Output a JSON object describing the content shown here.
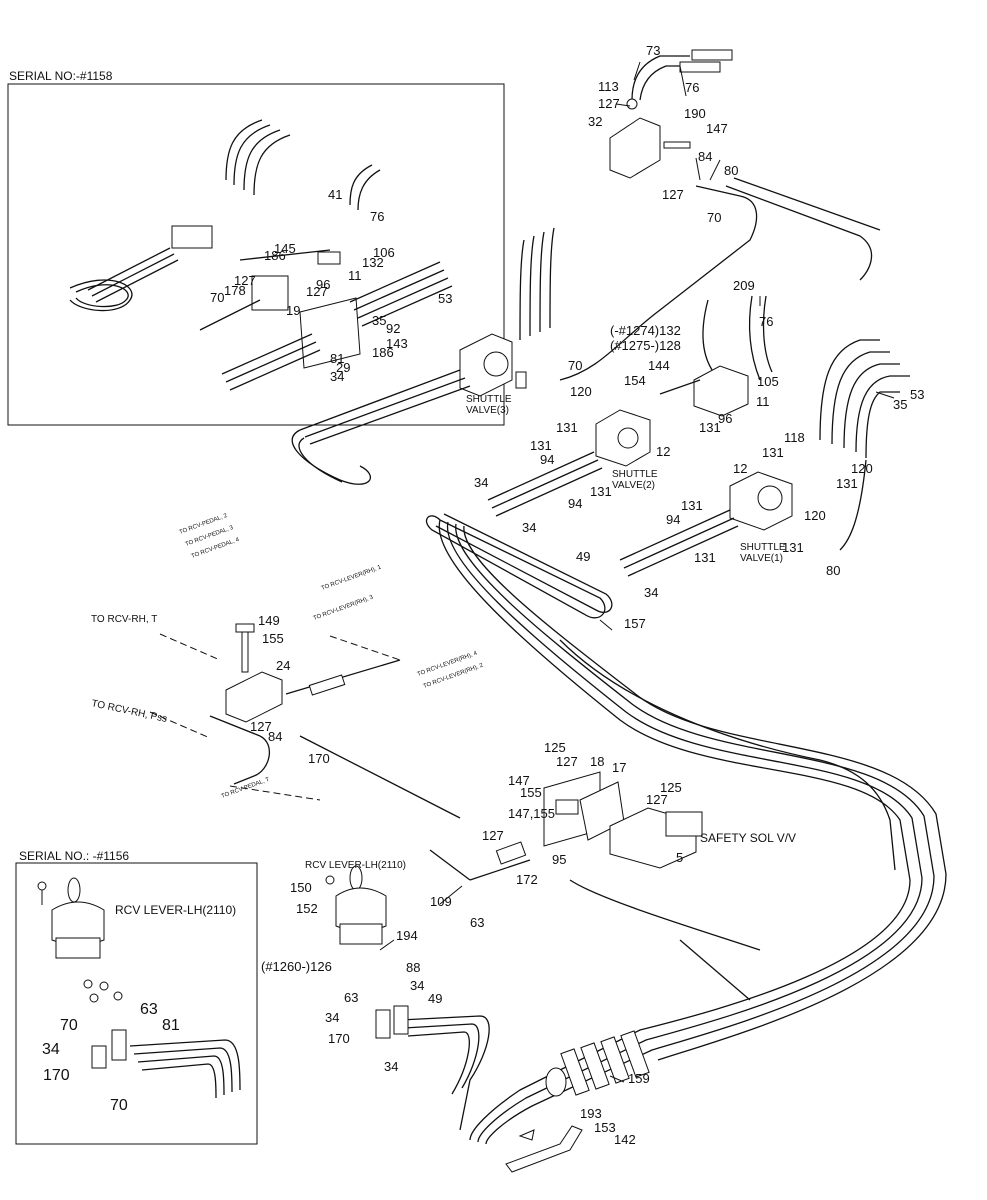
{
  "inset_top": {
    "serial": "SERIAL NO:-#1158",
    "parts": [
      "41",
      "76",
      "186",
      "145",
      "127",
      "11",
      "96",
      "132",
      "106",
      "70",
      "178",
      "19",
      "127",
      "53",
      "35",
      "92",
      "143",
      "186",
      "81",
      "29",
      "34"
    ]
  },
  "inset_bottom": {
    "serial": "SERIAL NO.: -#1156",
    "title": "RCV  LEVER-LH(2110)",
    "parts": [
      "63",
      "70",
      "81",
      "34",
      "170",
      "70"
    ]
  },
  "main": {
    "rcv_title": "RCV LEVER-LH(2110)",
    "safety_label": "SAFETY SOL V/V",
    "shuttle3": "SHUTTLE\nVALVE(3)",
    "shuttle2": "SHUTTLE\nVALVE(2)",
    "shuttle1": "SHUTTLE\nVALVE(1)",
    "serial_a": "(-#1274)132",
    "serial_b": "(#1275-)128",
    "serial_c": "(#1260-)126",
    "to_labels": [
      "TO RCV-RH, T",
      "TO RCV-RH, Pss",
      "TO RCV-PEDAL, T",
      "TO RCV-PEDAL, 2",
      "TO RCV-PEDAL, 3",
      "TO RCV-PEDAL, 4",
      "TO RCV-LEVER(RH), 1",
      "TO RCV-LEVER(RH), 3",
      "TO RCV-LEVER(RH), 4",
      "TO RCV-LEVER(RH), 2"
    ],
    "parts": [
      "73",
      "76",
      "113",
      "127",
      "32",
      "190",
      "147",
      "84",
      "80",
      "127",
      "70",
      "209",
      "76",
      "105",
      "53",
      "35",
      "144",
      "154",
      "11",
      "96",
      "131",
      "120",
      "118",
      "131",
      "120",
      "131",
      "12",
      "94",
      "131",
      "131",
      "94",
      "34",
      "34",
      "12",
      "94",
      "131",
      "120",
      "131",
      "80",
      "49",
      "34",
      "157",
      "149",
      "155",
      "24",
      "127",
      "84",
      "170",
      "125",
      "127",
      "18",
      "17",
      "147",
      "155",
      "125",
      "147,155",
      "127",
      "127",
      "95",
      "172",
      "5",
      "150",
      "152",
      "109",
      "63",
      "194",
      "88",
      "63",
      "34",
      "49",
      "34",
      "170",
      "34",
      "159",
      "193",
      "153",
      "142",
      "70",
      "131",
      "131"
    ]
  }
}
